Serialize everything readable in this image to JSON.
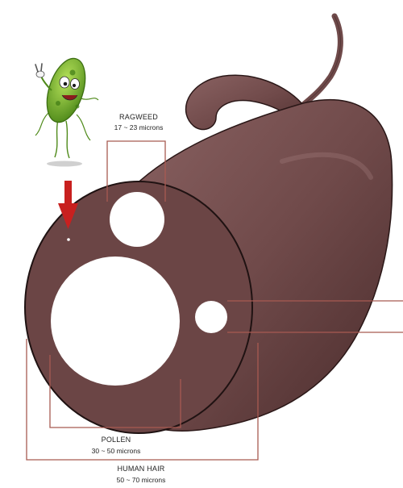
{
  "diagram": {
    "labels": {
      "ragweed": {
        "name": "RAGWEED",
        "size": "17 ~ 23 microns"
      },
      "pollen": {
        "name": "POLLEN",
        "size": "30 ~ 50 microns"
      },
      "human_hair": {
        "name": "HUMAN HAIR",
        "size": "50 ~ 70 microns"
      }
    },
    "icons": {
      "bacteria_mascot": "bacteria-cartoon-icon",
      "pointer_arrow": "down-arrow-icon"
    },
    "colors": {
      "hair_fill": "#6f4a4a",
      "hair_outline": "#2a1717",
      "bracket_line": "#a85a52",
      "arrow": "#c8201f",
      "mascot_body": "#7ab82e"
    }
  }
}
